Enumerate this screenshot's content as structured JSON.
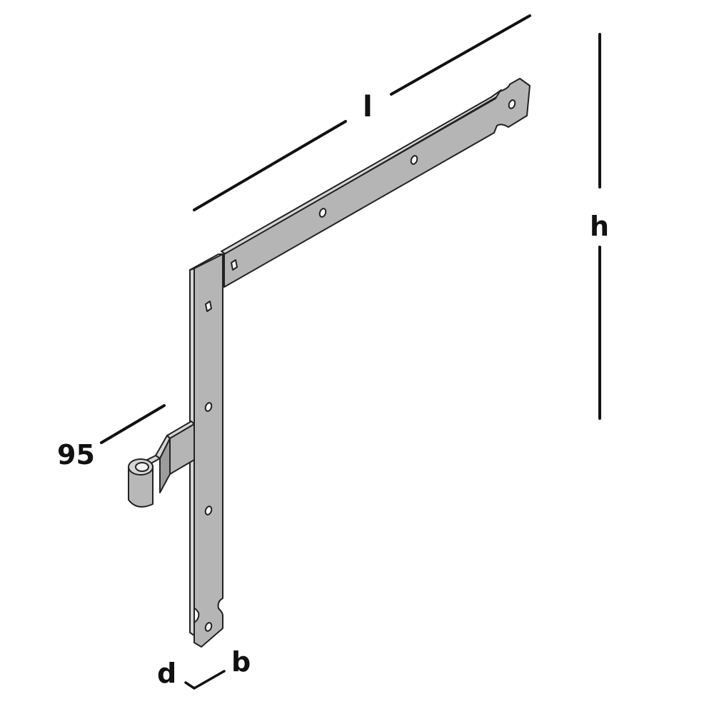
{
  "figure": {
    "subject": "Angle hinge (strap hinge with pintle)",
    "colors": {
      "background": "#ffffff",
      "metal_face": "#b5b5b5",
      "metal_edge": "#d6d6d6",
      "metal_shade": "#9c9c9c",
      "outline": "#222222",
      "dimension_line": "#111111"
    }
  },
  "dimensions": {
    "length_label": "l",
    "height_label": "h",
    "pintle_offset_label": "95",
    "thickness_label": "d",
    "width_label": "b"
  },
  "parts": [
    {
      "name": "horizontal-strap",
      "holes": 3,
      "square_holes": 1,
      "notched_end": true
    },
    {
      "name": "vertical-strap",
      "holes": 3,
      "square_holes": 1,
      "notched_end": true
    },
    {
      "name": "pintle-arm",
      "has_eye": true
    }
  ]
}
